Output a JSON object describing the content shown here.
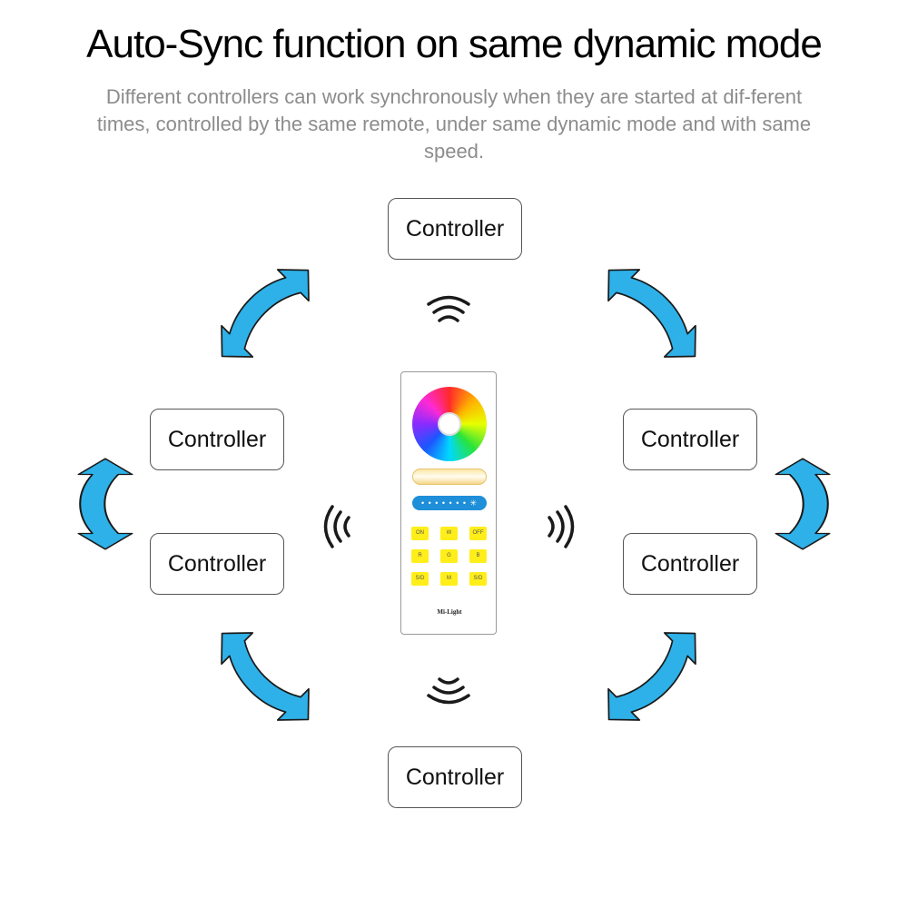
{
  "header": {
    "title": "Auto-Sync function on same dynamic mode",
    "description": "Different controllers can work synchronously when they are started at dif-ferent times, controlled by the same remote, under same dynamic mode and with same speed."
  },
  "controllers": [
    {
      "label": "Controller"
    },
    {
      "label": "Controller"
    },
    {
      "label": "Controller"
    },
    {
      "label": "Controller"
    },
    {
      "label": "Controller"
    },
    {
      "label": "Controller"
    }
  ],
  "remote": {
    "dimmer_icon": "brightness-icon",
    "keys": [
      "ON",
      "W",
      "OFF",
      "R",
      "G",
      "B",
      "S/D",
      "M",
      "S/D"
    ],
    "brand": "Mi-Light"
  },
  "colors": {
    "arrow": "#2eb1e8",
    "arrow_outline": "#1a1a1a",
    "key_yellow": "#ffee1a",
    "dimmer_blue": "#1e8fd8"
  }
}
